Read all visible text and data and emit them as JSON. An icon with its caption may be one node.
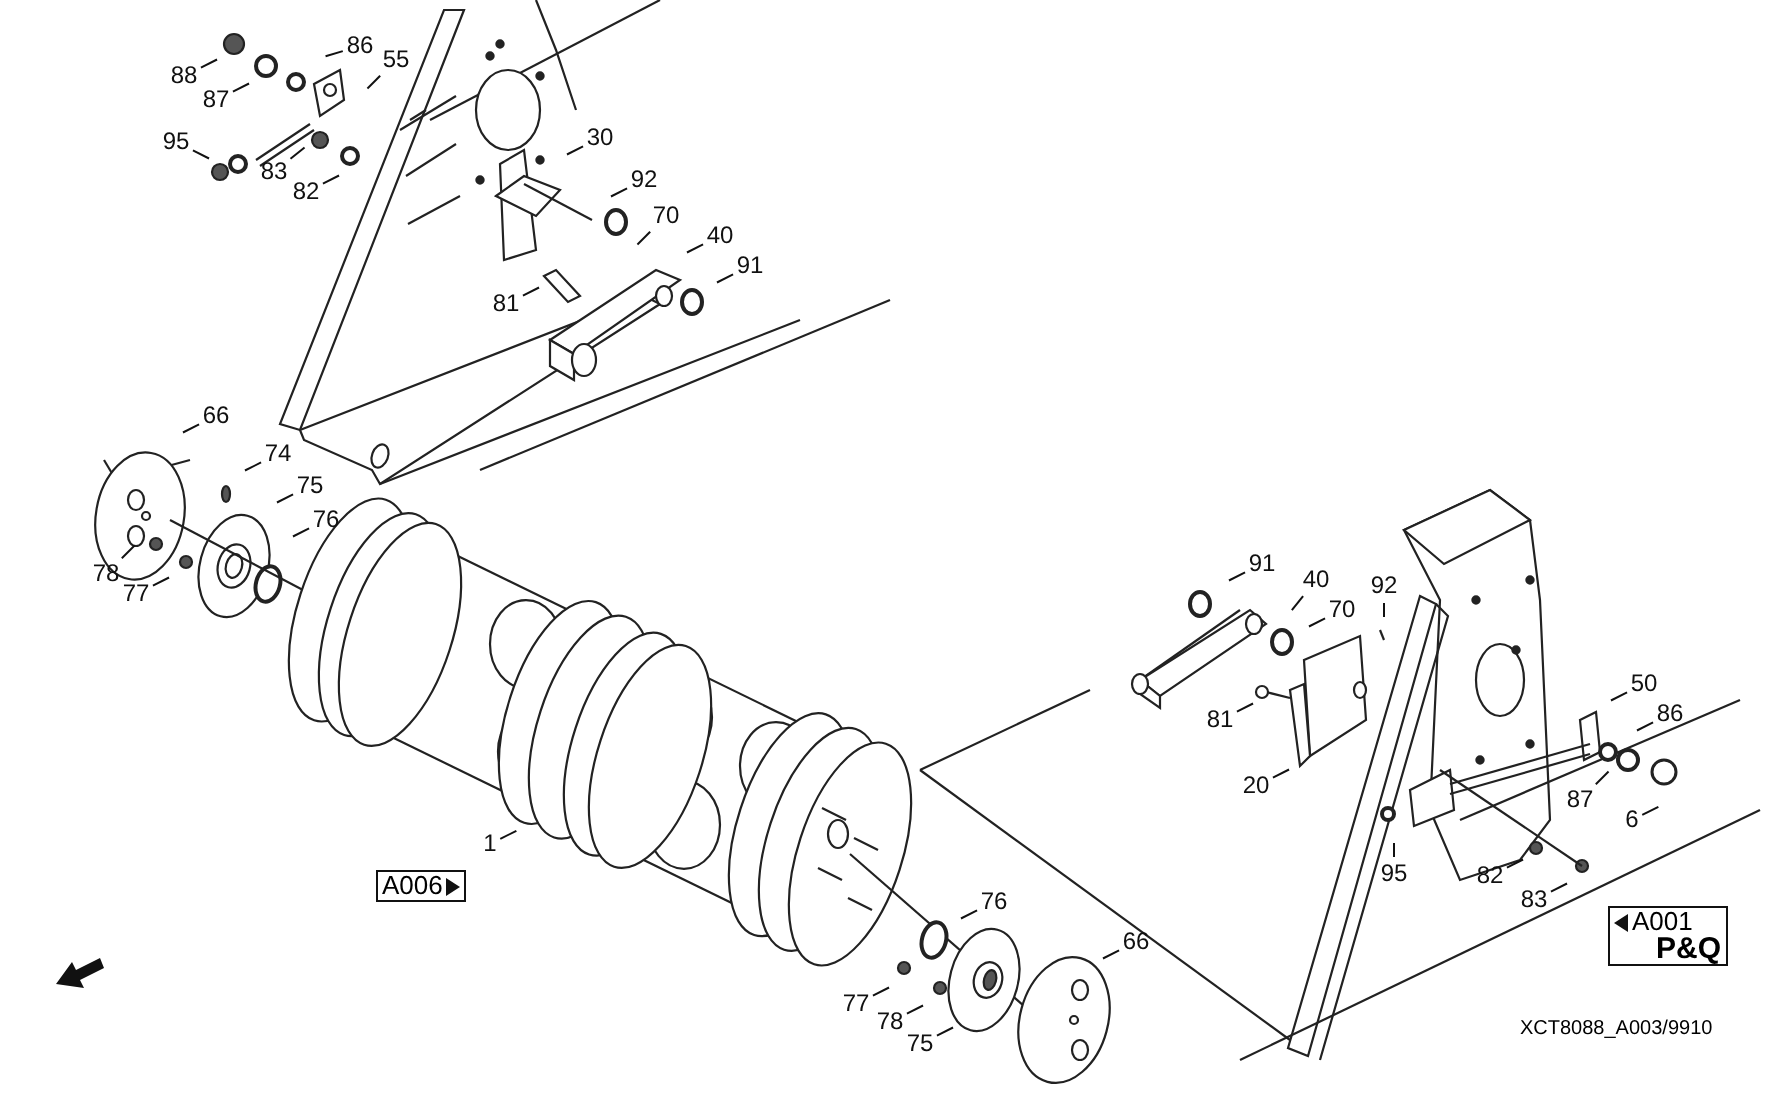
{
  "diagram": {
    "nodes": [
      {
        "text": [
          "88"
        ]
      },
      {
        "text": [
          "86"
        ]
      },
      {
        "text": [
          "87"
        ]
      },
      {
        "text": [
          "55"
        ]
      },
      {
        "text": [
          "95"
        ]
      },
      {
        "text": [
          "83"
        ]
      },
      {
        "text": [
          "82"
        ]
      },
      {
        "text": [
          "30"
        ]
      },
      {
        "text": [
          "92"
        ]
      },
      {
        "text": [
          "70"
        ]
      },
      {
        "text": [
          "40"
        ]
      },
      {
        "text": [
          "91"
        ]
      },
      {
        "text": [
          "81"
        ]
      },
      {
        "text": [
          "66"
        ]
      },
      {
        "text": [
          "74"
        ]
      },
      {
        "text": [
          "75"
        ]
      },
      {
        "text": [
          "76"
        ]
      },
      {
        "text": [
          "78"
        ]
      },
      {
        "text": [
          "77"
        ]
      },
      {
        "text": [
          "1"
        ]
      },
      {
        "text": [
          "A006"
        ]
      },
      {
        "text": [
          "76"
        ]
      },
      {
        "text": [
          "77"
        ]
      },
      {
        "text": [
          "78"
        ]
      },
      {
        "text": [
          "75"
        ]
      },
      {
        "text": [
          "66"
        ]
      },
      {
        "text": [
          "91"
        ]
      },
      {
        "text": [
          "40"
        ]
      },
      {
        "text": [
          "70"
        ]
      },
      {
        "text": [
          "92"
        ]
      },
      {
        "text": [
          "81"
        ]
      },
      {
        "text": [
          "20"
        ]
      },
      {
        "text": [
          "50"
        ]
      },
      {
        "text": [
          "86"
        ]
      },
      {
        "text": [
          "87"
        ]
      },
      {
        "text": [
          "6"
        ]
      },
      {
        "text": [
          "95"
        ]
      },
      {
        "text": [
          "82"
        ]
      },
      {
        "text": [
          "83"
        ]
      },
      {
        "text": [
          "A001",
          "P&Q"
        ]
      }
    ],
    "edges": [
      {
        "from": 0,
        "to": null,
        "arrow": "none"
      },
      {
        "from": 1,
        "to": null,
        "arrow": "none"
      },
      {
        "from": 2,
        "to": null,
        "arrow": "none"
      },
      {
        "from": 3,
        "to": null,
        "arrow": "none"
      },
      {
        "from": 4,
        "to": null,
        "arrow": "none"
      },
      {
        "from": 5,
        "to": null,
        "arrow": "none"
      },
      {
        "from": 6,
        "to": null,
        "arrow": "none"
      },
      {
        "from": 7,
        "to": null,
        "arrow": "none"
      },
      {
        "from": 8,
        "to": null,
        "arrow": "none"
      },
      {
        "from": 9,
        "to": null,
        "arrow": "none"
      },
      {
        "from": 10,
        "to": null,
        "arrow": "none"
      },
      {
        "from": 11,
        "to": null,
        "arrow": "none"
      },
      {
        "from": 12,
        "to": null,
        "arrow": "none"
      },
      {
        "from": 13,
        "to": null,
        "arrow": "none"
      },
      {
        "from": 14,
        "to": null,
        "arrow": "none"
      },
      {
        "from": 15,
        "to": null,
        "arrow": "none"
      },
      {
        "from": 16,
        "to": null,
        "arrow": "none"
      },
      {
        "from": 17,
        "to": null,
        "arrow": "none"
      },
      {
        "from": 18,
        "to": null,
        "arrow": "none"
      },
      {
        "from": 19,
        "to": null,
        "arrow": "none"
      },
      {
        "from": 21,
        "to": null,
        "arrow": "none"
      },
      {
        "from": 22,
        "to": null,
        "arrow": "none"
      },
      {
        "from": 23,
        "to": null,
        "arrow": "none"
      },
      {
        "from": 24,
        "to": null,
        "arrow": "none"
      },
      {
        "from": 25,
        "to": null,
        "arrow": "none"
      },
      {
        "from": 26,
        "to": null,
        "arrow": "none"
      },
      {
        "from": 27,
        "to": null,
        "arrow": "none"
      },
      {
        "from": 28,
        "to": null,
        "arrow": "none"
      },
      {
        "from": 29,
        "to": null,
        "arrow": "none"
      },
      {
        "from": 30,
        "to": null,
        "arrow": "none"
      },
      {
        "from": 31,
        "to": null,
        "arrow": "none"
      },
      {
        "from": 32,
        "to": null,
        "arrow": "none"
      },
      {
        "from": 33,
        "to": null,
        "arrow": "none"
      },
      {
        "from": 34,
        "to": null,
        "arrow": "none"
      },
      {
        "from": 35,
        "to": null,
        "arrow": "none"
      },
      {
        "from": 36,
        "to": null,
        "arrow": "none"
      },
      {
        "from": 37,
        "to": null,
        "arrow": "none"
      },
      {
        "from": 38,
        "to": null,
        "arrow": "none"
      }
    ],
    "labels": [
      "XCT8088_A003/9910"
    ]
  }
}
